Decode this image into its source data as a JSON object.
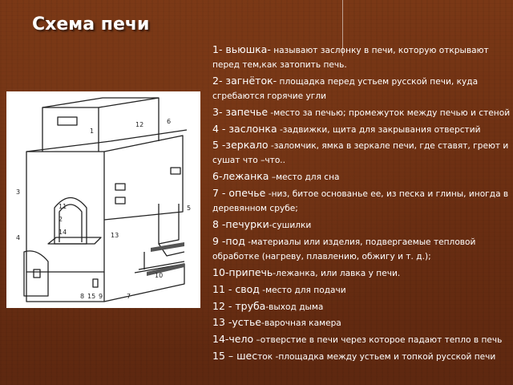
{
  "slide": {
    "title": "Схема печи",
    "definitions": [
      {
        "term": "1- вьюшка-",
        "description": " называют заслонку в печи, которую открывают перед тем,как затопить печь."
      },
      {
        "term": "2- загнёток-",
        "description": " площадка перед устьем русской печи, куда сгребаются горячие угли"
      },
      {
        "term": "3- запечье",
        "description": " -место за печью; промежуток между печью и стеной"
      },
      {
        "term": "4 - заслонка",
        "description": " -задвижки, щита для закрывания отверстий"
      },
      {
        "term": "5 -зеркало",
        "description": " -заломчик, ямка в зеркале печи, где ставят, греют и сушат что –что.."
      },
      {
        "term": "6-лежанка",
        "description": " –место для сна"
      },
      {
        "term": "7 - опечье",
        "description": " -низ, битое основанье ее, из песка и глины, иногда в деревянном срубе;"
      },
      {
        "term": "  8 -печурки",
        "description": "-сушилки"
      },
      {
        "term": "  9 -под",
        "description": " -материалы или изделия, подвергаемые тепловой обработке (нагреву, плавлению, обжигу и т. д.);"
      },
      {
        "term": "10-припечь",
        "description": "-лежанка, или лавка у печи."
      },
      {
        "term": "  11 - свод",
        "description": " -место для подачи"
      },
      {
        "term": "  12 - труба",
        "description": "-выход дыма"
      },
      {
        "term": "  13 -устье",
        "description": "-варочная камера"
      },
      {
        "term": "  14-чело",
        "description": " –отверстие в печи через которое падают тепло в печь"
      },
      {
        "term": "  15 – шес",
        "description": "ток -площадка между устьем и топкой русской печи"
      }
    ]
  },
  "diagram": {
    "labels": [
      "1",
      "12",
      "6",
      "3",
      "5",
      "11",
      "2",
      "14",
      "13",
      "4",
      "10",
      "8",
      "15",
      "9",
      "7"
    ]
  }
}
